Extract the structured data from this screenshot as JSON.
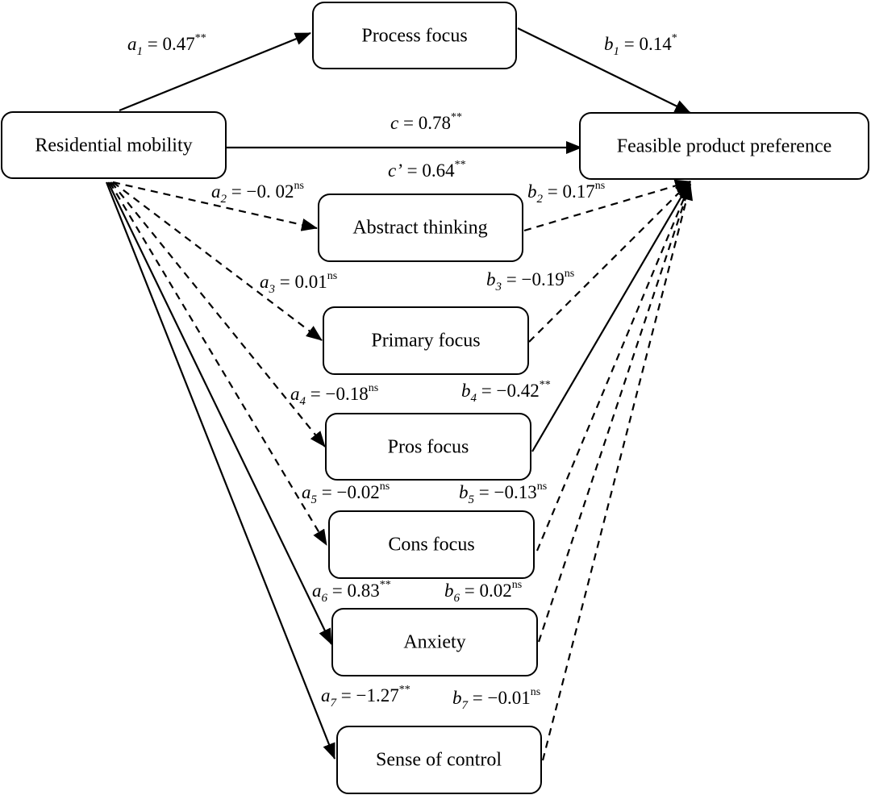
{
  "nodes": {
    "residential_mobility": "Residential mobility",
    "process_focus": "Process focus",
    "feasible_product_preference": "Feasible product preference",
    "abstract_thinking": "Abstract thinking",
    "primary_focus": "Primary focus",
    "pros_focus": "Pros focus",
    "cons_focus": "Cons focus",
    "anxiety": "Anxiety",
    "sense_of_control": "Sense of control"
  },
  "paths": {
    "a1": {
      "sym": "a",
      "sub": "1",
      "value": "0.47",
      "sig": "**"
    },
    "b1": {
      "sym": "b",
      "sub": "1",
      "value": "0.14",
      "sig": "*"
    },
    "c": {
      "sym": "c",
      "sub": "",
      "value": "0.78",
      "sig": "**"
    },
    "c_prime": {
      "sym": "c’",
      "sub": "",
      "value": "0.64",
      "sig": "**"
    },
    "a2": {
      "sym": "a",
      "sub": "2",
      "value": "−0. 02",
      "sig": "ns"
    },
    "b2": {
      "sym": "b",
      "sub": "2",
      "value": "0.17",
      "sig": "ns"
    },
    "a3": {
      "sym": "a",
      "sub": "3",
      "value": "0.01",
      "sig": "ns"
    },
    "b3": {
      "sym": "b",
      "sub": "3",
      "value": "−0.19",
      "sig": "ns"
    },
    "a4": {
      "sym": "a",
      "sub": "4",
      "value": "−0.18",
      "sig": "ns"
    },
    "b4": {
      "sym": "b",
      "sub": "4",
      "value": "−0.42",
      "sig": "**"
    },
    "a5": {
      "sym": "a",
      "sub": "5",
      "value": "−0.02",
      "sig": "ns"
    },
    "b5": {
      "sym": "b",
      "sub": "5",
      "value": "−0.13",
      "sig": "ns"
    },
    "a6": {
      "sym": "a",
      "sub": "6",
      "value": "0.83",
      "sig": "**"
    },
    "b6": {
      "sym": "b",
      "sub": "6",
      "value": "0.02",
      "sig": "ns"
    },
    "a7": {
      "sym": "a",
      "sub": "7",
      "value": "−1.27",
      "sig": "**"
    },
    "b7": {
      "sym": "b",
      "sub": "7",
      "value": "−0.01",
      "sig": "ns"
    }
  }
}
